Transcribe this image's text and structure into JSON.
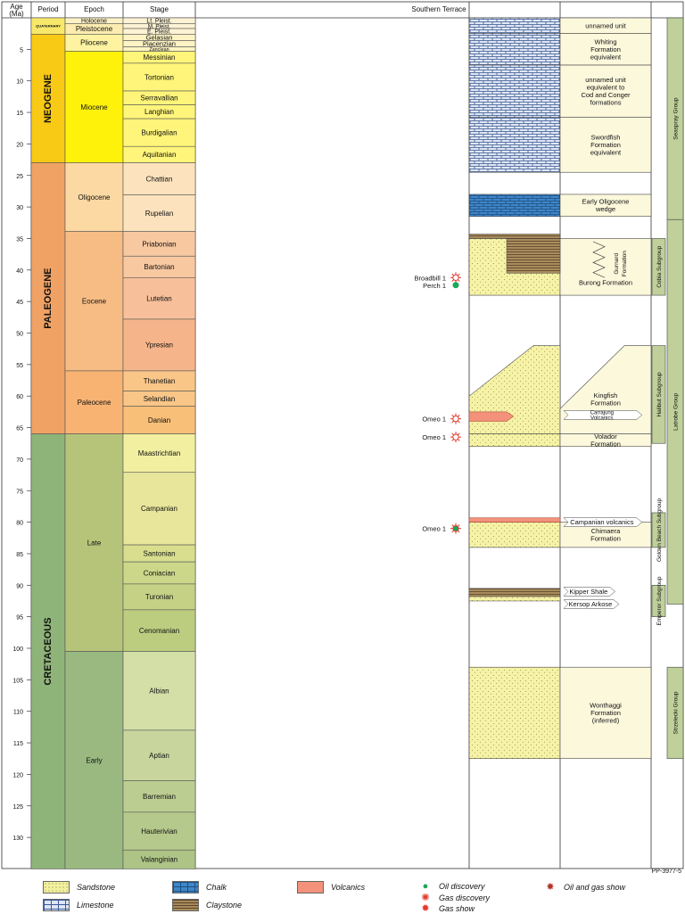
{
  "headers": {
    "age": "Age (Ma)",
    "period": "Period",
    "epoch": "Epoch",
    "stage": "Stage",
    "terrace": "Southern Terrace"
  },
  "age_ticks": [
    5,
    10,
    15,
    20,
    25,
    30,
    35,
    40,
    45,
    50,
    55,
    60,
    65,
    70,
    75,
    80,
    85,
    90,
    95,
    100,
    105,
    110,
    115,
    120,
    125,
    130
  ],
  "periods": [
    {
      "name": "QUATERNARY",
      "from": 0,
      "to": 2.6,
      "color": "#f7e86a"
    },
    {
      "name": "NEOGENE",
      "from": 2.6,
      "to": 23,
      "color": "#f8c915"
    },
    {
      "name": "PALEOGENE",
      "from": 23,
      "to": 66,
      "color": "#f0a265"
    },
    {
      "name": "CRETACEOUS",
      "from": 66,
      "to": 135,
      "color": "#8fb479"
    }
  ],
  "epochs": [
    {
      "name": "Holocene",
      "from": 0,
      "to": 0.9,
      "color": "#fcf1c6"
    },
    {
      "name": "Pleistocene",
      "from": 0.9,
      "to": 2.6,
      "color": "#fcecb0"
    },
    {
      "name": "Pliocene",
      "from": 2.6,
      "to": 5.3,
      "color": "#fdf3a1"
    },
    {
      "name": "Miocene",
      "from": 5.3,
      "to": 23,
      "color": "#fff20a"
    },
    {
      "name": "Oligocene",
      "from": 23,
      "to": 33.9,
      "color": "#fcd9a3"
    },
    {
      "name": "Eocene",
      "from": 33.9,
      "to": 56,
      "color": "#f7bc84"
    },
    {
      "name": "Paleocene",
      "from": 56,
      "to": 66,
      "color": "#f8b373"
    },
    {
      "name": "Late",
      "from": 66,
      "to": 100.5,
      "color": "#b6c47a"
    },
    {
      "name": "Early",
      "from": 100.5,
      "to": 135,
      "color": "#99b980"
    }
  ],
  "stages": [
    {
      "name": "Lt. Pleist.",
      "from": 0,
      "to": 0.9,
      "color": "#fcf2d4"
    },
    {
      "name": "M. Pleist.",
      "from": 0.9,
      "to": 1.7,
      "color": "#fcf2d4"
    },
    {
      "name": "E. Pleist.",
      "from": 1.7,
      "to": 2.6,
      "color": "#fcf2d4"
    },
    {
      "name": "Gelasian",
      "from": 2.6,
      "to": 3.6,
      "color": "#fdf3c4"
    },
    {
      "name": "Piacenzian",
      "from": 3.6,
      "to": 4.6,
      "color": "#fdf3c4"
    },
    {
      "name": "Zanclean",
      "from": 4.6,
      "to": 5.3,
      "color": "#fdf3c4"
    },
    {
      "name": "Messinian",
      "from": 5.3,
      "to": 7.2,
      "color": "#fff57a"
    },
    {
      "name": "Tortonian",
      "from": 7.2,
      "to": 11.6,
      "color": "#fff57a"
    },
    {
      "name": "Serravallian",
      "from": 11.6,
      "to": 13.8,
      "color": "#fff57a"
    },
    {
      "name": "Langhian",
      "from": 13.8,
      "to": 16.0,
      "color": "#fff57a"
    },
    {
      "name": "Burdigalian",
      "from": 16.0,
      "to": 20.4,
      "color": "#fff57a"
    },
    {
      "name": "Aquitanian",
      "from": 20.4,
      "to": 23,
      "color": "#fff57a"
    },
    {
      "name": "Chattian",
      "from": 23,
      "to": 28.1,
      "color": "#fde3bd"
    },
    {
      "name": "Rupelian",
      "from": 28.1,
      "to": 33.9,
      "color": "#fde3bd"
    },
    {
      "name": "Priabonian",
      "from": 33.9,
      "to": 37.8,
      "color": "#f8c8a0"
    },
    {
      "name": "Bartonian",
      "from": 37.8,
      "to": 41.2,
      "color": "#f8c8a0"
    },
    {
      "name": "Lutetian",
      "from": 41.2,
      "to": 47.8,
      "color": "#f8c09a"
    },
    {
      "name": "Ypresian",
      "from": 47.8,
      "to": 56,
      "color": "#f6b48a"
    },
    {
      "name": "Thanetian",
      "from": 56,
      "to": 59.2,
      "color": "#f9c687"
    },
    {
      "name": "Selandian",
      "from": 59.2,
      "to": 61.6,
      "color": "#f9c687"
    },
    {
      "name": "Danian",
      "from": 61.6,
      "to": 66,
      "color": "#f8bf78"
    },
    {
      "name": "Maastrichtian",
      "from": 66,
      "to": 72.1,
      "color": "#f2f0a0"
    },
    {
      "name": "Campanian",
      "from": 72.1,
      "to": 83.6,
      "color": "#e8e69a"
    },
    {
      "name": "Santonian",
      "from": 83.6,
      "to": 86.3,
      "color": "#d8de8e"
    },
    {
      "name": "Coniacian",
      "from": 86.3,
      "to": 89.8,
      "color": "#cdd78a"
    },
    {
      "name": "Turonian",
      "from": 89.8,
      "to": 93.9,
      "color": "#c5d286"
    },
    {
      "name": "Cenomanian",
      "from": 93.9,
      "to": 100.5,
      "color": "#bccd80"
    },
    {
      "name": "Albian",
      "from": 100.5,
      "to": 113,
      "color": "#d4dfa8"
    },
    {
      "name": "Aptian",
      "from": 113,
      "to": 121,
      "color": "#c8d69e"
    },
    {
      "name": "Barremian",
      "from": 121,
      "to": 126,
      "color": "#bccd92"
    },
    {
      "name": "Hauterivian",
      "from": 126,
      "to": 132,
      "color": "#b5c98c"
    },
    {
      "name": "Valanginian",
      "from": 132,
      "to": 135,
      "color": "#aec486"
    }
  ],
  "units": [
    {
      "label": "unnamed unit",
      "from": 0,
      "to": 2.5,
      "lith": "limestone"
    },
    {
      "label": "Whiting Formation equivalent",
      "from": 2.5,
      "to": 7.5,
      "lith": "limestone"
    },
    {
      "label": "unnamed unit equivalent to Cod and Conger formations",
      "from": 7.5,
      "to": 15.8,
      "lith": "limestone"
    },
    {
      "label": "Swordfish Formation equivalent",
      "from": 15.8,
      "to": 24.5,
      "lith": "limestone"
    },
    {
      "label": "Early Oligocene wedge",
      "from": 28,
      "to": 31.5,
      "lith": "chalk"
    },
    {
      "label": "Burong Formation",
      "from": 35,
      "to": 44,
      "lith": "sandstone"
    },
    {
      "label": "Kingfish Formation",
      "from": 52,
      "to": 67,
      "lith": "sandstone"
    },
    {
      "label": "Volador Formation",
      "from": 66,
      "to": 68,
      "lith": "sandstone"
    },
    {
      "label": "Chimaera Formation",
      "from": 80,
      "to": 84,
      "lith": "sandstone"
    },
    {
      "label": "Wonthaggi Formation (inferred)",
      "from": 103,
      "to": 117.5,
      "lith": "sandstone"
    }
  ],
  "text_labels": [
    {
      "text": "Gurnard Formation",
      "at": 39
    },
    {
      "text": "Carrajung Volcanics",
      "at": 63
    },
    {
      "text": "Campanian volcanics",
      "at": 80
    },
    {
      "text": "Kipper Shale",
      "at": 91
    },
    {
      "text": "Kersop Arkose",
      "at": 93
    }
  ],
  "groups": [
    {
      "name": "Seaspray Group",
      "from": 0,
      "to": 32
    },
    {
      "name": "Cobia Subgroup",
      "from": 35,
      "to": 44
    },
    {
      "name": "Halibut Subgroup",
      "from": 52,
      "to": 67.5
    },
    {
      "name": "Latrobe Group",
      "from": 32,
      "to": 93
    },
    {
      "name": "Golden Beach Subgroup",
      "from": 78.5,
      "to": 84
    },
    {
      "name": "Emperor Subgroup",
      "from": 90,
      "to": 95
    },
    {
      "name": "Strzelecki Group",
      "from": 103,
      "to": 117.5
    }
  ],
  "wells": [
    {
      "name": "Broadbill 1",
      "age": 41.2,
      "symbol": "gas-discovery"
    },
    {
      "name": "Perch 1",
      "age": 42.4,
      "symbol": "oil-discovery"
    },
    {
      "name": "Omeo 1",
      "age": 63.6,
      "symbol": "gas-discovery"
    },
    {
      "name": "Omeo 1",
      "age": 66.5,
      "symbol": "gas-show"
    },
    {
      "name": "Omeo 1",
      "age": 81.0,
      "symbol": "oil-and-gas-show"
    }
  ],
  "legend": [
    {
      "label": "Sandstone",
      "swatch": "sandstone"
    },
    {
      "label": "Limestone",
      "swatch": "limestone"
    },
    {
      "label": "Chalk",
      "swatch": "chalk"
    },
    {
      "label": "Claystone",
      "swatch": "claystone"
    },
    {
      "label": "Volcanics",
      "swatch": "volcanics"
    },
    {
      "label": "Oil discovery",
      "swatch": "oil-discovery"
    },
    {
      "label": "Gas discovery",
      "swatch": "gas-discovery"
    },
    {
      "label": "Gas show",
      "swatch": "gas-show"
    },
    {
      "label": "Oil and gas show",
      "swatch": "oil-and-gas-show"
    }
  ],
  "reference": "PP-3977-5"
}
